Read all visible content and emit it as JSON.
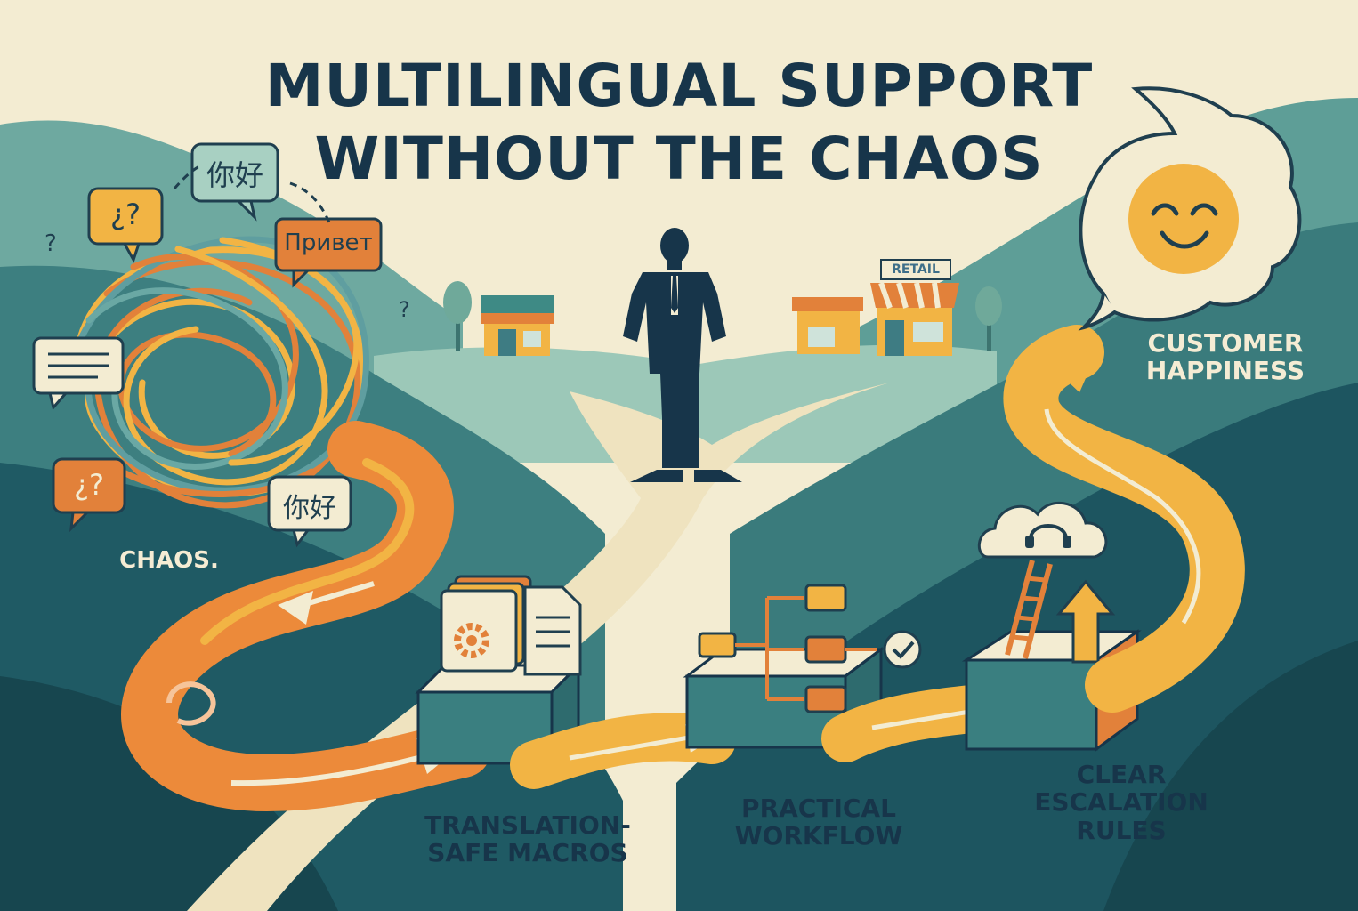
{
  "title": {
    "line1": "MULTILINGUAL SUPPORT",
    "line2": "WITHOUT THE CHAOS"
  },
  "labels": {
    "chaos": "CHAOS.",
    "happiness_line1": "CUSTOMER",
    "happiness_line2": "HAPPINESS",
    "macros_line1": "TRANSLATION-",
    "macros_line2": "SAFE MACROS",
    "workflow_line1": "PRACTICAL",
    "workflow_line2": "WORKFLOW",
    "escalation_line1": "CLEAR",
    "escalation_line2": "ESCALATION",
    "escalation_line3": "RULES"
  },
  "bubbles": {
    "nihao_top": "你好",
    "question_top": "¿?",
    "privet": "Привет",
    "question_bottom": "¿?",
    "nihao_bottom": "你好"
  },
  "signs": {
    "retail": "RETAIL"
  },
  "colors": {
    "title": "#17354a",
    "teal_dark": "#1f5a64",
    "teal_mid": "#3f8a87",
    "teal_light": "#8fc1b4",
    "path_orange": "#ec8a3a",
    "path_yellow": "#f2b444",
    "cream": "#f3ecd2",
    "navy": "#17354a"
  }
}
